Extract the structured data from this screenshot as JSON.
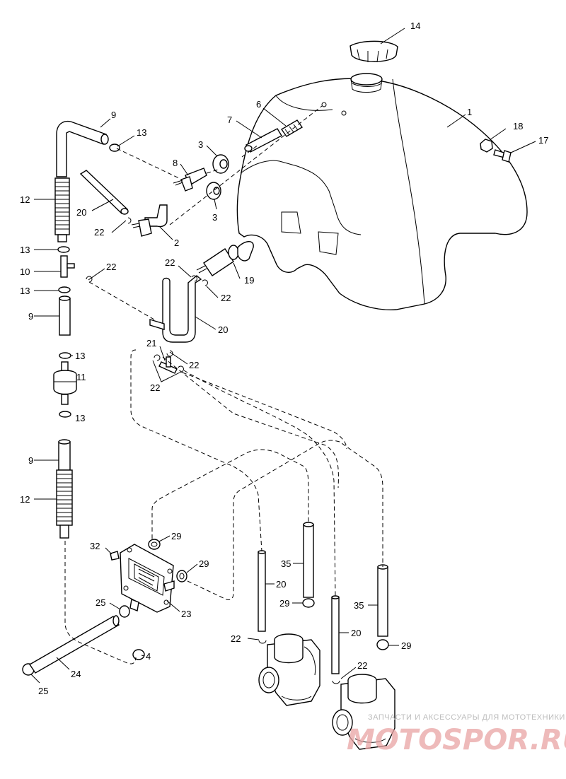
{
  "callouts": {
    "c1": "1",
    "c2": "2",
    "c3a": "3",
    "c3b": "3",
    "c4": "4",
    "c6": "6",
    "c7": "7",
    "c8": "8",
    "c9a": "9",
    "c9b": "9",
    "c9c": "9",
    "c10": "10",
    "c11": "11",
    "c12a": "12",
    "c12b": "12",
    "c13a": "13",
    "c13b": "13",
    "c13c": "13",
    "c13d": "13",
    "c13e": "13",
    "c14": "14",
    "c17": "17",
    "c18": "18",
    "c19": "19",
    "c20a": "20",
    "c20b": "20",
    "c20c": "20",
    "c20d": "20",
    "c21": "21",
    "c22a": "22",
    "c22b": "22",
    "c22c": "22",
    "c22d": "22",
    "c22e": "22",
    "c22f": "22",
    "c22g": "22",
    "c22h": "22",
    "c23": "23",
    "c24": "24",
    "c25a": "25",
    "c25b": "25",
    "c29a": "29",
    "c29b": "29",
    "c29c": "29",
    "c29d": "29",
    "c32": "32",
    "c35a": "35",
    "c35b": "35"
  },
  "watermark": {
    "tagline": "ЗАПЧАСТИ И АКСЕССУАРЫ ДЛЯ МОТОТЕХНИКИ",
    "logo": "MOTOSPOR.RU",
    "color": "#e9a4a4"
  }
}
